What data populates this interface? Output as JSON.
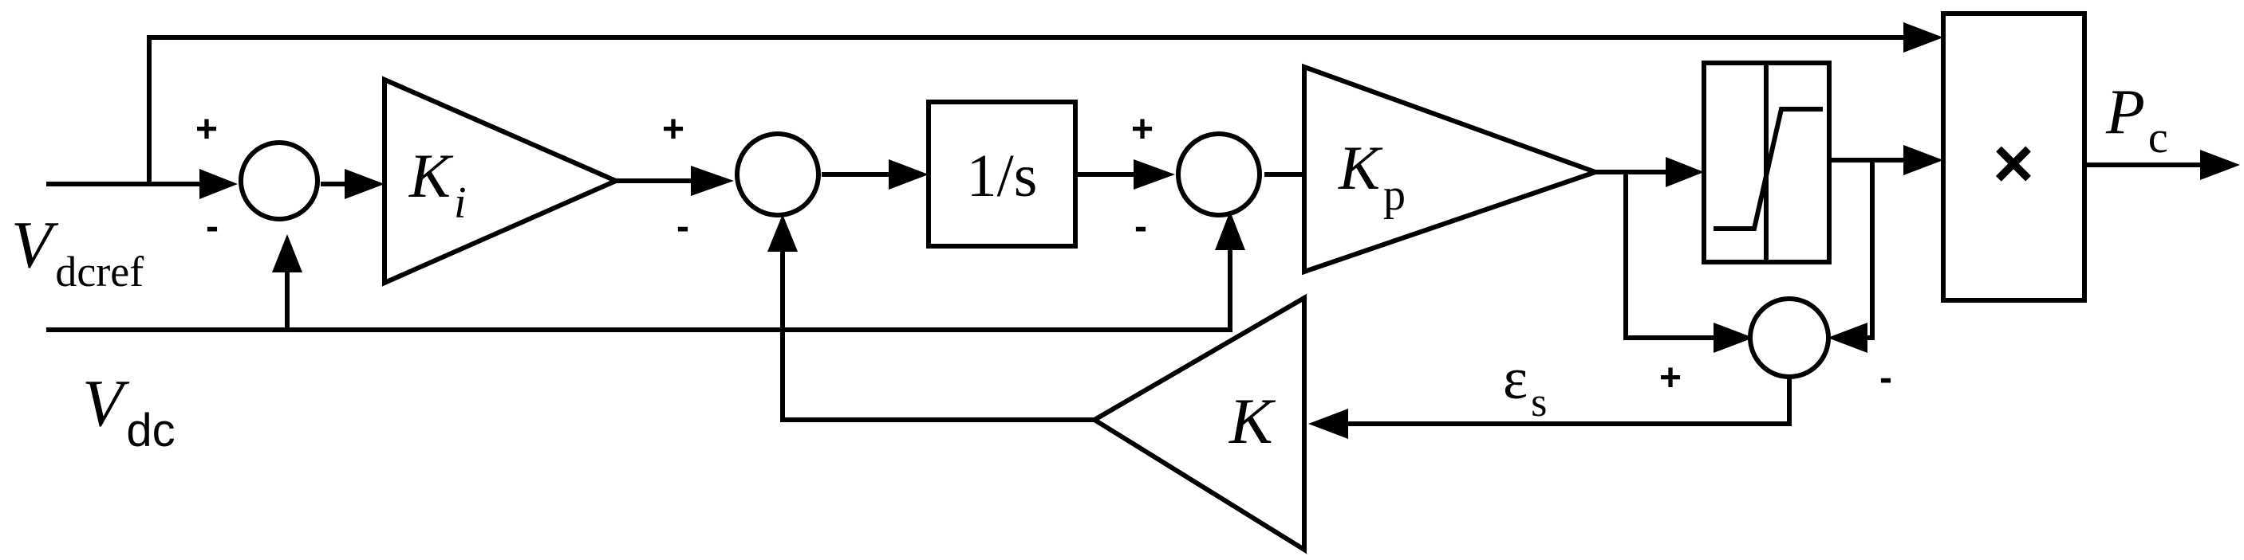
{
  "signals": {
    "vdcref": {
      "main": "V",
      "sub": "dcref"
    },
    "vdc": {
      "main": "V",
      "sub": "dc"
    },
    "pc": {
      "main": "P",
      "sub": "c"
    },
    "eps": {
      "main": "ε",
      "sub": "s"
    }
  },
  "blocks": {
    "ki": {
      "main": "K",
      "sub": "i"
    },
    "integrator": "1/s",
    "kp": {
      "main": "K",
      "sub": "p"
    },
    "k": "K",
    "multiplier": "×"
  },
  "signs": {
    "sum1_plus": "+",
    "sum1_minus": "-",
    "sum2_plus": "+",
    "sum2_minus": "-",
    "sum3_plus": "+",
    "sum3_minus": "-",
    "sum4_plus": "+",
    "sum4_minus": "-"
  }
}
